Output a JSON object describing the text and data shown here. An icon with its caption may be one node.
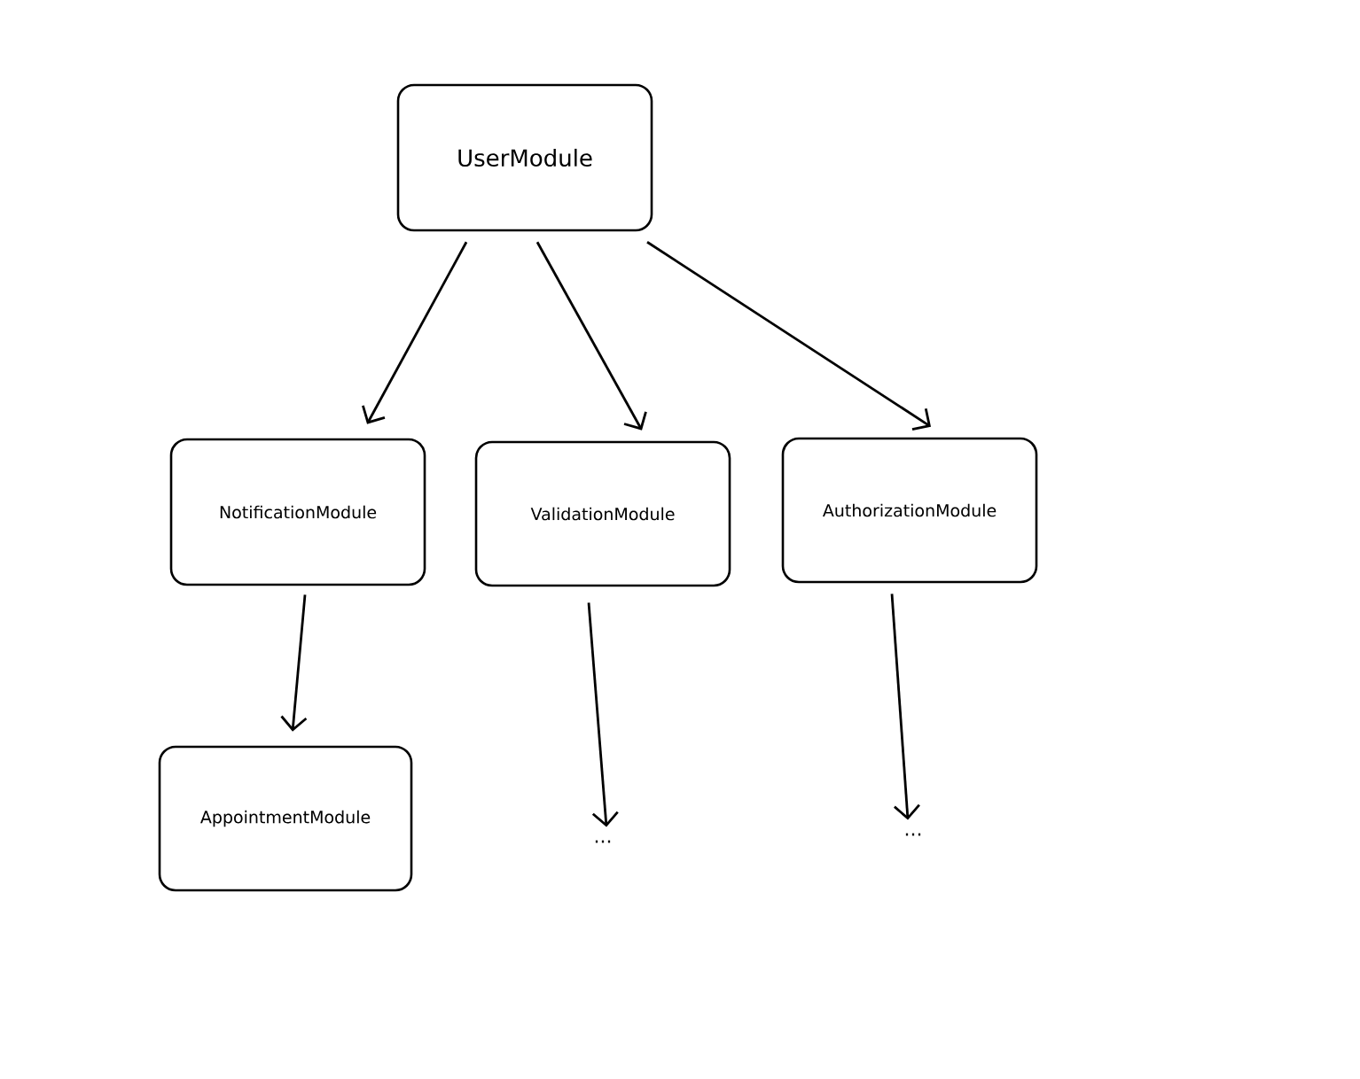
{
  "diagram": {
    "nodes": [
      {
        "text": [
          "UserModule"
        ]
      },
      {
        "text": [
          "NotificationModule"
        ]
      },
      {
        "text": [
          "ValidationModule"
        ]
      },
      {
        "text": [
          "AuthorizationModule"
        ]
      },
      {
        "text": [
          "AppointmentModule"
        ]
      },
      {
        "text": [
          "..."
        ]
      },
      {
        "text": [
          "..."
        ]
      }
    ],
    "edges": [
      {
        "from": 0,
        "to": 1,
        "arrow": "to"
      },
      {
        "from": 0,
        "to": 2,
        "arrow": "to"
      },
      {
        "from": 0,
        "to": 3,
        "arrow": "to"
      },
      {
        "from": 1,
        "to": 4,
        "arrow": "to"
      },
      {
        "from": 2,
        "to": 5,
        "arrow": "to"
      },
      {
        "from": 3,
        "to": 6,
        "arrow": "to"
      }
    ]
  }
}
